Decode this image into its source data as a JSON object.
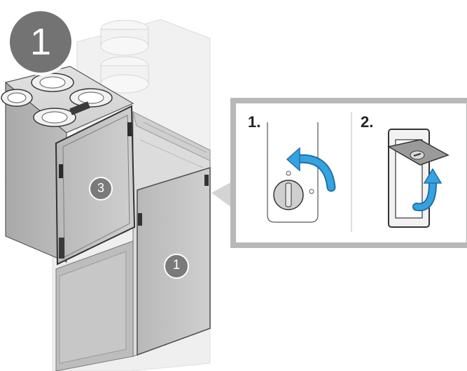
{
  "step_number": "1",
  "callouts": {
    "top_panel": "3",
    "front_panel": "1"
  },
  "inset": {
    "step1_label": "1.",
    "step2_label": "2."
  },
  "colors": {
    "badge_fill": "#737373",
    "arrow_blue": "#2f8fcf",
    "inset_frame": "#b8b8b8",
    "unit_body": "#c9c9c9"
  },
  "icons": [
    "rotate-arrow-icon",
    "lift-arrow-icon",
    "knob-icon",
    "latch-icon"
  ]
}
